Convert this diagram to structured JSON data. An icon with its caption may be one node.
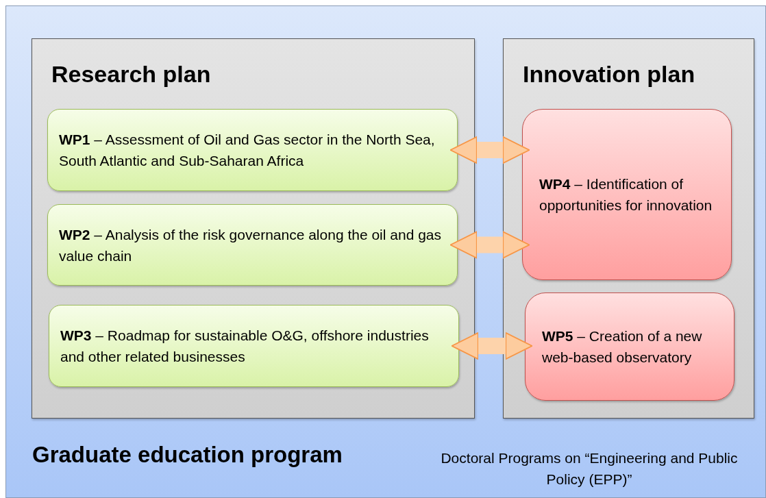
{
  "diagram": {
    "nodes": [
      {
        "text": [
          "Graduate education program",
          "Doctoral Programs on “Engineering and Public Policy (EPP)”"
        ]
      },
      {
        "text": [
          "Research plan"
        ],
        "in": 0
      },
      {
        "text": [
          "**WP1** – Assessment of Oil and Gas sector in the North Sea, South Atlantic and Sub-Saharan Africa"
        ],
        "in": 1
      },
      {
        "text": [
          "**WP2** – Analysis of the risk governance along the oil and gas value chain"
        ],
        "in": 1
      },
      {
        "text": [
          "**WP3** – Roadmap for sustainable O&G, offshore industries and other related businesses"
        ],
        "in": 1
      },
      {
        "text": [
          "Innovation plan"
        ],
        "in": 0
      },
      {
        "text": [
          "**WP4** – Identification of opportunities for innovation"
        ],
        "in": 5
      },
      {
        "text": [
          "**WP5** – Creation of a new web-based observatory"
        ],
        "in": 5
      }
    ],
    "edges": [
      {
        "from": 2,
        "to": 6,
        "arrow": "both"
      },
      {
        "from": 3,
        "to": 6,
        "arrow": "both"
      },
      {
        "from": 4,
        "to": 7,
        "arrow": "both"
      }
    ]
  }
}
